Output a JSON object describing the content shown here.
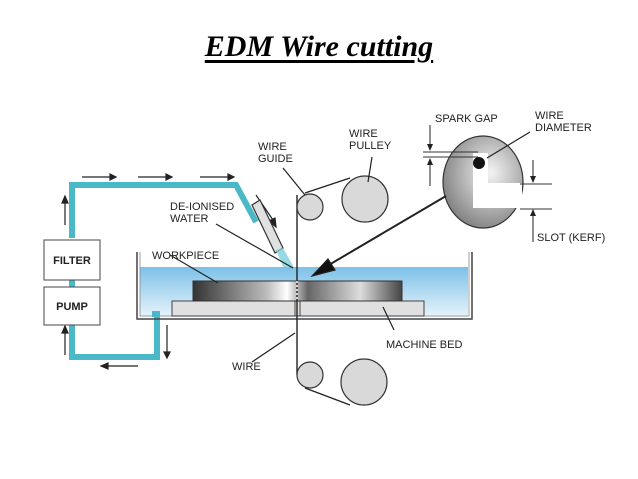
{
  "title": "EDM Wire cutting",
  "labels": {
    "wire_guide_1": "WIRE",
    "wire_guide_2": "GUIDE",
    "wire_pulley_1": "WIRE",
    "wire_pulley_2": "PULLEY",
    "spark_gap": "SPARK GAP",
    "wire_diameter_1": "WIRE",
    "wire_diameter_2": "DIAMETER",
    "deionised_1": "DE-IONISED",
    "deionised_2": "WATER",
    "filter": "FILTER",
    "pump": "PUMP",
    "workpiece": "WORKPIECE",
    "slot_kerf": "SLOT (KERF)",
    "machine_bed": "MACHINE BED",
    "wire": "WIRE"
  },
  "colors": {
    "water": "#4bb8c8",
    "tank_water": "#a9d4ec",
    "outline": "#333333",
    "pulley": "#d9d9d9",
    "bed": "#e0e0e0"
  }
}
